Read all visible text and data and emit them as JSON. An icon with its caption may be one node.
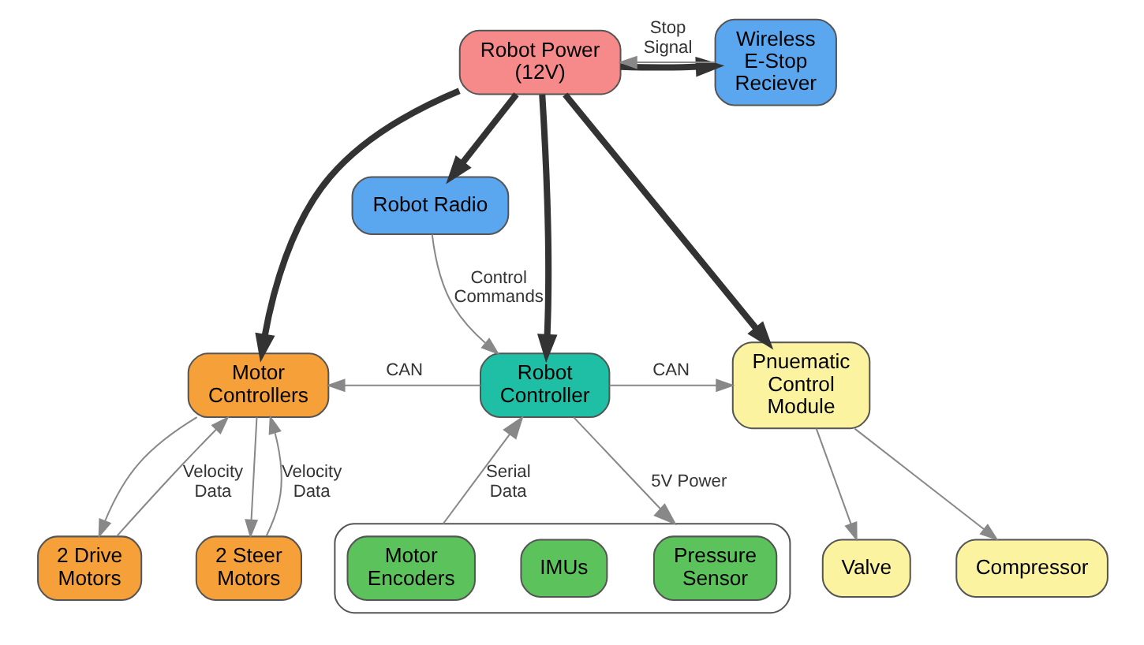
{
  "diagram": {
    "nodes": [
      {
        "text": [
          "Robot Power (12V)"
        ]
      },
      {
        "text": [
          "Wireless E-Stop Reciever"
        ]
      },
      {
        "text": [
          "2 Drive Motors"
        ]
      },
      {
        "text": [
          "2 Steer Motors"
        ]
      },
      {
        "text": [
          "Motor Controllers"
        ]
      },
      {
        "text": [
          "Robot Controller"
        ]
      },
      {
        "text": [
          "Pnuematic Control Module"
        ]
      },
      {
        "text": [
          "Valve"
        ]
      },
      {
        "text": [
          "Compressor"
        ]
      },
      {
        "text": [
          "Robot Radio"
        ]
      },
      {
        "text": [],
        "shape": "box"
      },
      {
        "text": [
          "Motor Encoders"
        ],
        "in": 10
      },
      {
        "text": [
          "IMUs"
        ],
        "in": 10
      },
      {
        "text": [
          "Pressure Sensor"
        ],
        "in": 10
      }
    ],
    "edges": [
      {
        "from": 0,
        "to": 1,
        "arrow": "to",
        "style": "thick",
        "color": "#333333"
      },
      {
        "from": 1,
        "to": 0,
        "arrow": "to",
        "label": "Stop Signal"
      },
      {
        "from": 0,
        "to": 4,
        "arrow": "to",
        "style": "thick",
        "color": "#333333"
      },
      {
        "from": 0,
        "to": 5,
        "arrow": "to",
        "style": "thick",
        "color": "#333333"
      },
      {
        "from": 0,
        "to": 6,
        "arrow": "to",
        "style": "thick",
        "color": "#333333"
      },
      {
        "from": 0,
        "to": 9,
        "arrow": "to",
        "style": "thick",
        "color": "#333333"
      },
      {
        "from": 2,
        "to": 4,
        "arrow": "to",
        "label": "Velocity Data"
      },
      {
        "from": 4,
        "to": 2,
        "arrow": "to"
      },
      {
        "from": 4,
        "to": 3,
        "arrow": "to"
      },
      {
        "from": 3,
        "to": 4,
        "arrow": "to",
        "label": "Velocity Data"
      },
      {
        "from": 5,
        "to": 4,
        "arrow": "to",
        "label": "CAN"
      },
      {
        "from": 5,
        "to": 6,
        "arrow": "to",
        "label": "CAN"
      },
      {
        "from": 6,
        "to": 7,
        "arrow": "to"
      },
      {
        "from": 6,
        "to": 8,
        "arrow": "to"
      },
      {
        "from": 9,
        "to": 5,
        "arrow": "to",
        "label": "Control Commands"
      },
      {
        "from": 10,
        "to": 5,
        "arrow": "to",
        "label": "Serial Data"
      },
      {
        "from": 5,
        "to": 10,
        "arrow": "to",
        "label": "5V Power"
      }
    ]
  }
}
